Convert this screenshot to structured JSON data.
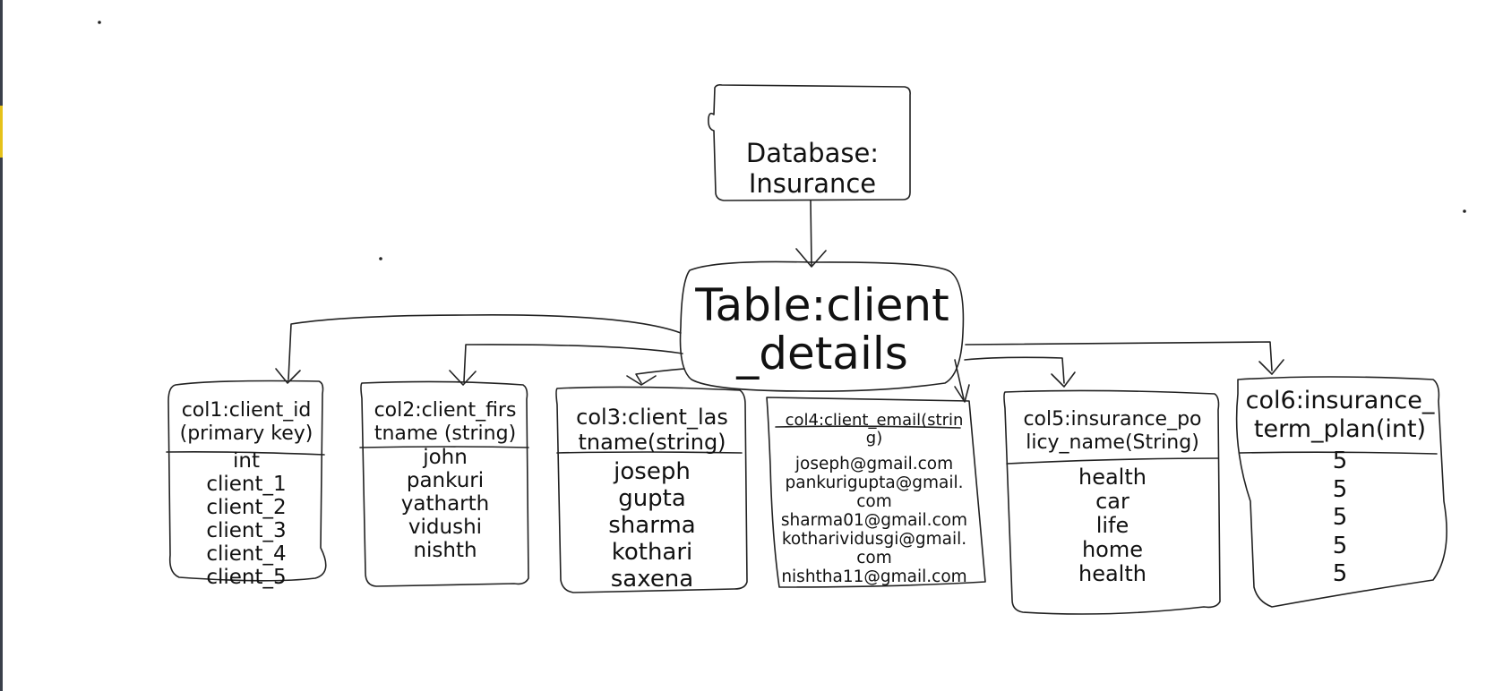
{
  "database": {
    "label": "Database:\nInsurance"
  },
  "table": {
    "label": "Table:client\n_details"
  },
  "columns": [
    {
      "header": "col1:client_id\n(primary key)",
      "values": [
        "int",
        "client_1",
        "client_2",
        "client_3",
        "client_4",
        "client_5"
      ]
    },
    {
      "header": "col2:client_firs\ntname (string)",
      "values": [
        "john",
        "pankuri",
        "yatharth",
        "vidushi",
        "nishth"
      ]
    },
    {
      "header": "col3:client_las\ntname(string)",
      "values": [
        "joseph",
        "gupta",
        "sharma",
        "kothari",
        "saxena"
      ]
    },
    {
      "header": "col4:client_email(strin\ng)",
      "values": [
        "joseph@gmail.com",
        "pankurigupta@gmail.\ncom",
        "sharma01@gmail.com",
        "kotharividusgi@gmail.\ncom",
        "nishtha11@gmail.com"
      ]
    },
    {
      "header": "col5:insurance_po\nlicy_name(String)",
      "values": [
        "health",
        "car",
        "life",
        "home",
        "health"
      ]
    },
    {
      "header": "col6:insurance_\nterm_plan(int)",
      "values": [
        "5",
        "5",
        "5",
        "5",
        "5"
      ]
    }
  ]
}
